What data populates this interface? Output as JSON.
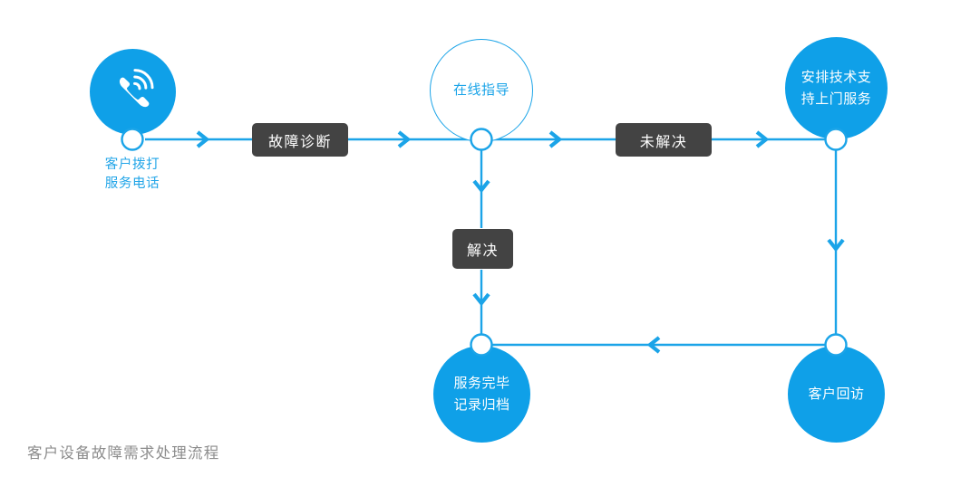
{
  "diagram": {
    "caption": "客户设备故障需求处理流程",
    "accent_color": "#0fa0e8",
    "line_color": "#1ba4e8",
    "pill_color": "#434343",
    "caption_color": "#8c8c8c"
  },
  "nodes": {
    "call": {
      "icon": "phone-call-icon",
      "label": "客户拨打\n服务电话",
      "style": "filled"
    },
    "online_guidance": {
      "label": "在线指导",
      "style": "outlined"
    },
    "dispatch": {
      "label": "安排技术支\n持上门服务",
      "style": "filled"
    },
    "archive": {
      "label": "服务完毕\n记录归档",
      "style": "filled"
    },
    "followup": {
      "label": "客户回访",
      "style": "filled"
    }
  },
  "edge_labels": {
    "diagnose": "故障诊断",
    "unresolved": "未解决",
    "resolved": "解决"
  }
}
